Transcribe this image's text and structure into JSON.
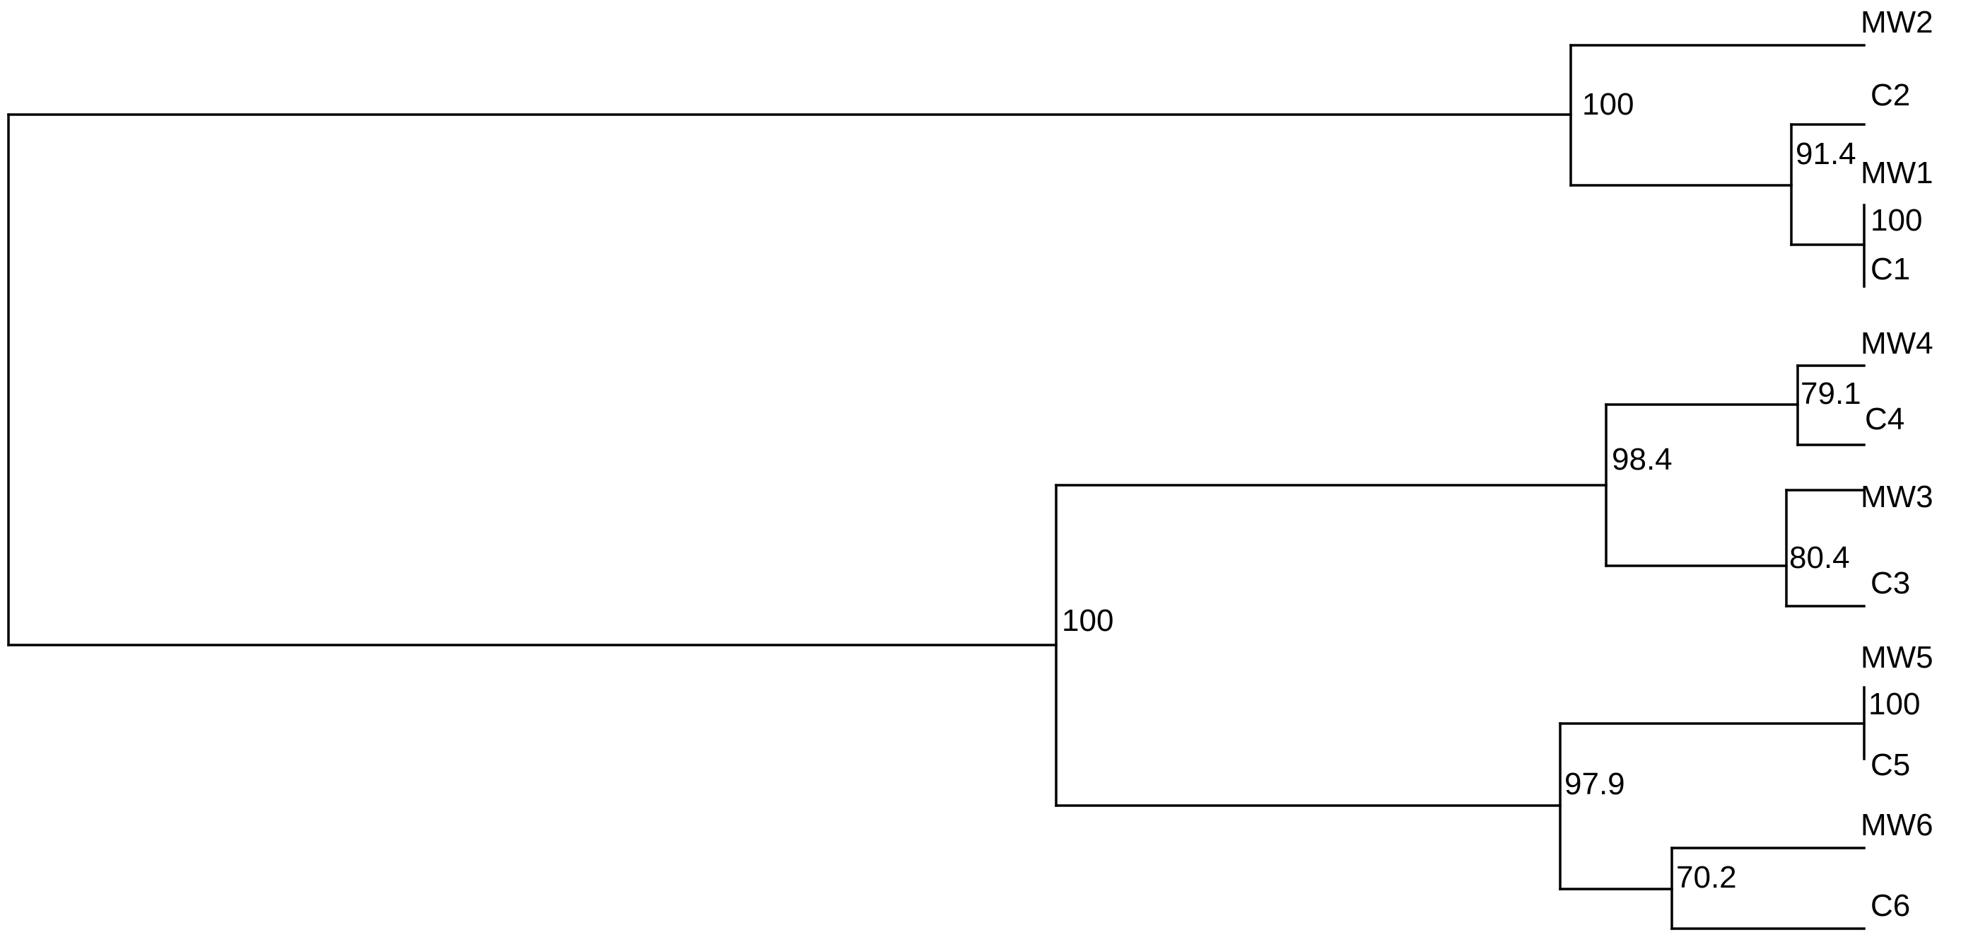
{
  "tree": {
    "tips": [
      {
        "id": "MW2",
        "label": "MW2"
      },
      {
        "id": "C2",
        "label": "C2"
      },
      {
        "id": "MW1",
        "label": "MW1"
      },
      {
        "id": "C1",
        "label": "C1"
      },
      {
        "id": "MW4",
        "label": "MW4"
      },
      {
        "id": "C4",
        "label": "C4"
      },
      {
        "id": "MW3",
        "label": "MW3"
      },
      {
        "id": "C3",
        "label": "C3"
      },
      {
        "id": "MW5",
        "label": "MW5"
      },
      {
        "id": "C5",
        "label": "C5"
      },
      {
        "id": "MW6",
        "label": "MW6"
      },
      {
        "id": "C6",
        "label": "C6"
      }
    ],
    "support_values": [
      {
        "node": "n-mw2-group",
        "value": "100"
      },
      {
        "node": "n-c2-group",
        "value": "91.4"
      },
      {
        "node": "n-mw1-c1",
        "value": "100"
      },
      {
        "node": "n-lower-group",
        "value": "100"
      },
      {
        "node": "n-mw4-mw3-group",
        "value": "98.4"
      },
      {
        "node": "n-mw4-c4",
        "value": "79.1"
      },
      {
        "node": "n-mw3-c3",
        "value": "80.4"
      },
      {
        "node": "n-mw5-mw6-group",
        "value": "97.9"
      },
      {
        "node": "n-mw5-c5",
        "value": "100"
      },
      {
        "node": "n-mw6-c6",
        "value": "70.2"
      }
    ]
  },
  "colors": {
    "line": "#000000",
    "text": "#000000",
    "background": "#ffffff"
  }
}
